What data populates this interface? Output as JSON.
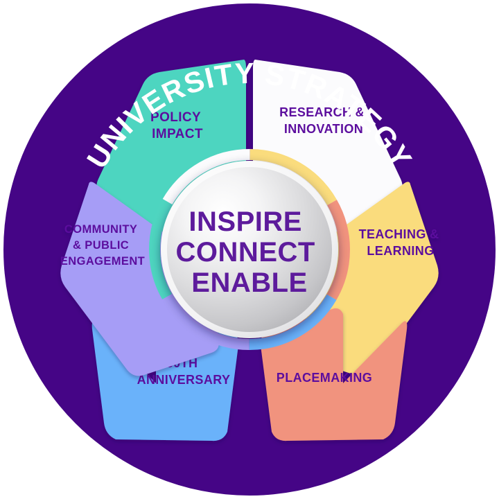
{
  "diagram": {
    "title": "UNIVERSITY STRATEGY",
    "center": {
      "line1": "INSPIRE",
      "line2": "CONNECT",
      "line3": "ENABLE"
    },
    "colors": {
      "background": "#ffffff",
      "wheel": "#450586",
      "center_text": "#5d1b9c",
      "petal_text": "#5b109e",
      "title_text": "#ffffff"
    },
    "segments": [
      {
        "id": "research-innovation",
        "line1": "RESEARCH &",
        "line2": "INNOVATION",
        "color": "#fbfbfd",
        "position": "top-right"
      },
      {
        "id": "teaching-learning",
        "line1": "TEACHING &",
        "line2": "LEARNING",
        "color": "#fadc7d",
        "position": "right"
      },
      {
        "id": "placemaking",
        "line1": "PLACEMAKING",
        "line2": "",
        "color": "#f1937e",
        "position": "bottom-right"
      },
      {
        "id": "60th-anniversary",
        "line1": "60TH",
        "line2": "ANNIVERSARY",
        "color": "#6ab2fa",
        "position": "bottom-left"
      },
      {
        "id": "community-public-engagement",
        "line1": "COMMUNITY",
        "line2": "& PUBLIC",
        "line3": "ENGAGEMENT",
        "color": "#a69df6",
        "position": "left"
      },
      {
        "id": "policy-impact",
        "line1": "POLICY",
        "line2": "IMPACT",
        "color": "#4ed5c0",
        "position": "top-left"
      }
    ]
  }
}
